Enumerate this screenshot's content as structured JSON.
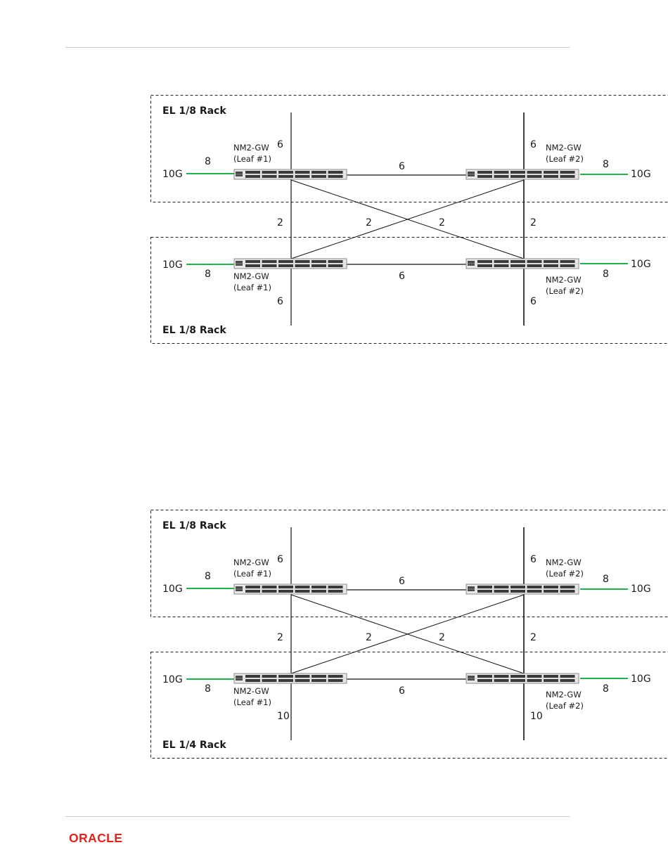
{
  "colors": {
    "uplink": "#1db34a",
    "rule": "#c8c8c8",
    "logo": "#e2231a"
  },
  "logo": {
    "text": "ORACLE"
  },
  "diagrams": [
    {
      "top_rack": "EL 1/8 Rack",
      "bottom_rack": "EL 1/8 Rack",
      "device_name": "NM2-GW",
      "leaf1": "(Leaf #1)",
      "leaf2": "(Leaf #2)",
      "uplink_speed": "10G",
      "uplink_count": "8",
      "spine_top": "6",
      "spine_bottom_left": "6",
      "spine_bottom_right": "6",
      "inter_leaf": "6",
      "cross_link": "2"
    },
    {
      "top_rack": "EL 1/8 Rack",
      "bottom_rack": "EL 1/4 Rack",
      "device_name": "NM2-GW",
      "leaf1": "(Leaf #1)",
      "leaf2": "(Leaf #2)",
      "uplink_speed": "10G",
      "uplink_count": "8",
      "spine_top": "6",
      "spine_bottom_left": "10",
      "spine_bottom_right": "10",
      "inter_leaf": "6",
      "cross_link": "2"
    }
  ]
}
